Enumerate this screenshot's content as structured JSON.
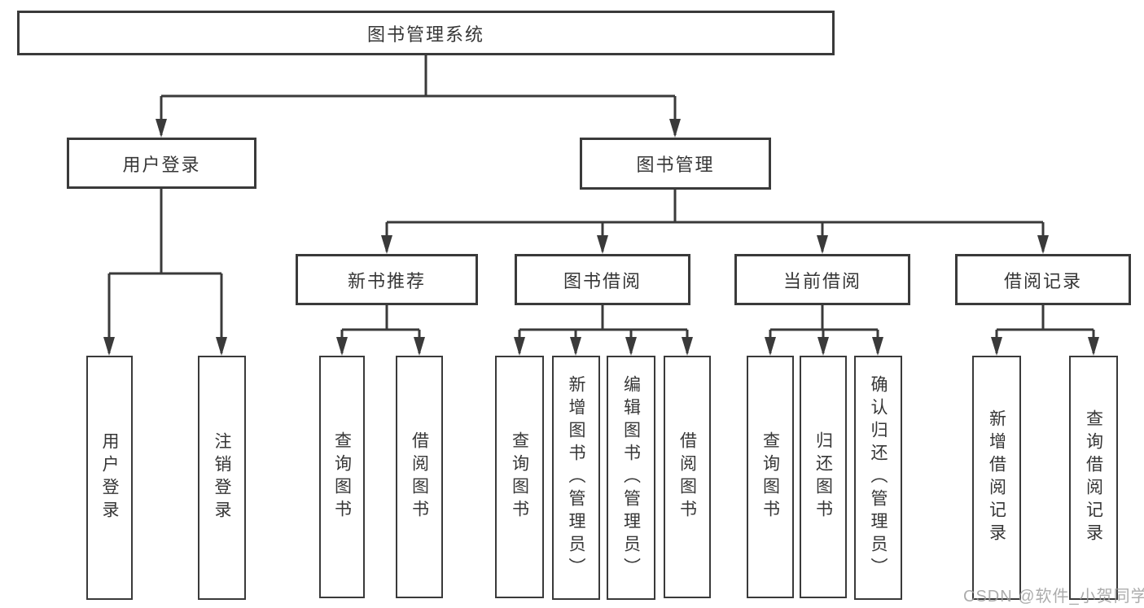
{
  "diagram": {
    "tree": {
      "label": "图书管理系统",
      "children": [
        {
          "label": "用户登录",
          "children": [
            {
              "label": "用户登录"
            },
            {
              "label": "注销登录"
            }
          ]
        },
        {
          "label": "图书管理",
          "children": [
            {
              "label": "新书推荐",
              "children": [
                {
                  "label": "查询图书"
                },
                {
                  "label": "借阅图书"
                }
              ]
            },
            {
              "label": "图书借阅",
              "children": [
                {
                  "label": "查询图书"
                },
                {
                  "label": "新增图书（管理员）"
                },
                {
                  "label": "编辑图书（管理员）"
                },
                {
                  "label": "借阅图书"
                }
              ]
            },
            {
              "label": "当前借阅",
              "children": [
                {
                  "label": "查询图书"
                },
                {
                  "label": "归还图书"
                },
                {
                  "label": "确认归还（管理员）"
                }
              ]
            },
            {
              "label": "借阅记录",
              "children": [
                {
                  "label": "新增借阅记录"
                },
                {
                  "label": "查询借阅记录"
                }
              ]
            }
          ]
        }
      ]
    },
    "watermark": "CSDN @软件_小贺同学",
    "colors": {
      "line": "#3a3a3a",
      "box_border": "#3a3a3a",
      "text": "#363636",
      "watermark": "#9e9e9e",
      "background": "#ffffff"
    }
  }
}
